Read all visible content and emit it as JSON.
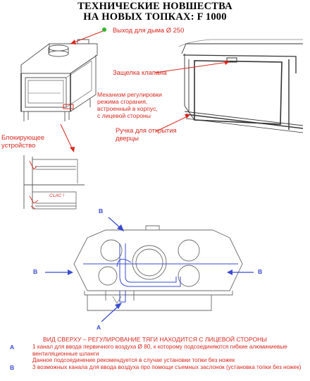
{
  "title": {
    "line1": "ТЕХНИЧЕСКИЕ НОВШЕСТВА",
    "line2": "НА НОВЫХ ТОПКАХ: F 1000"
  },
  "callouts": {
    "smoke_outlet": "Выход для дыма Ø 250",
    "valve_latch": "Защелка клапана",
    "combustion_mechanism": [
      "Механизм регулировки",
      "режима сгорания,",
      "встроенный в корпус,",
      "с лицевой стороны"
    ],
    "door_handle": [
      "Ручка для открытия",
      "дверцы"
    ],
    "locking_device": [
      "Блокирующее",
      "устройство"
    ],
    "clac": "CLAC !"
  },
  "top_view": {
    "marker_a": "A",
    "marker_b": "B"
  },
  "caption": "ВИД СВЕРХУ – РЕГУЛИРОВАНИЕ ТЯГИ НАХОДИТСЯ С ЛИЦЕВОЙ СТОРОНЫ",
  "legend": {
    "a_key": "A",
    "a_text_1": "1 канал для ввода первичного воздуха Ø 80, к которому подсоединяются гибкие алюминиевые вентиляционные шланги",
    "a_text_2": "Данное подсоединение рекомендуется в случае установки топки без ножек",
    "b_key": "B",
    "b_text": "3 возможных канала для ввода воздуха про помощи съемных заслонок (установка топки без ножек)"
  },
  "colors": {
    "red": "#d8281e",
    "blue": "#3a4bd1",
    "green_dot": "#2db52d",
    "drawing": "#6a6a6a"
  }
}
